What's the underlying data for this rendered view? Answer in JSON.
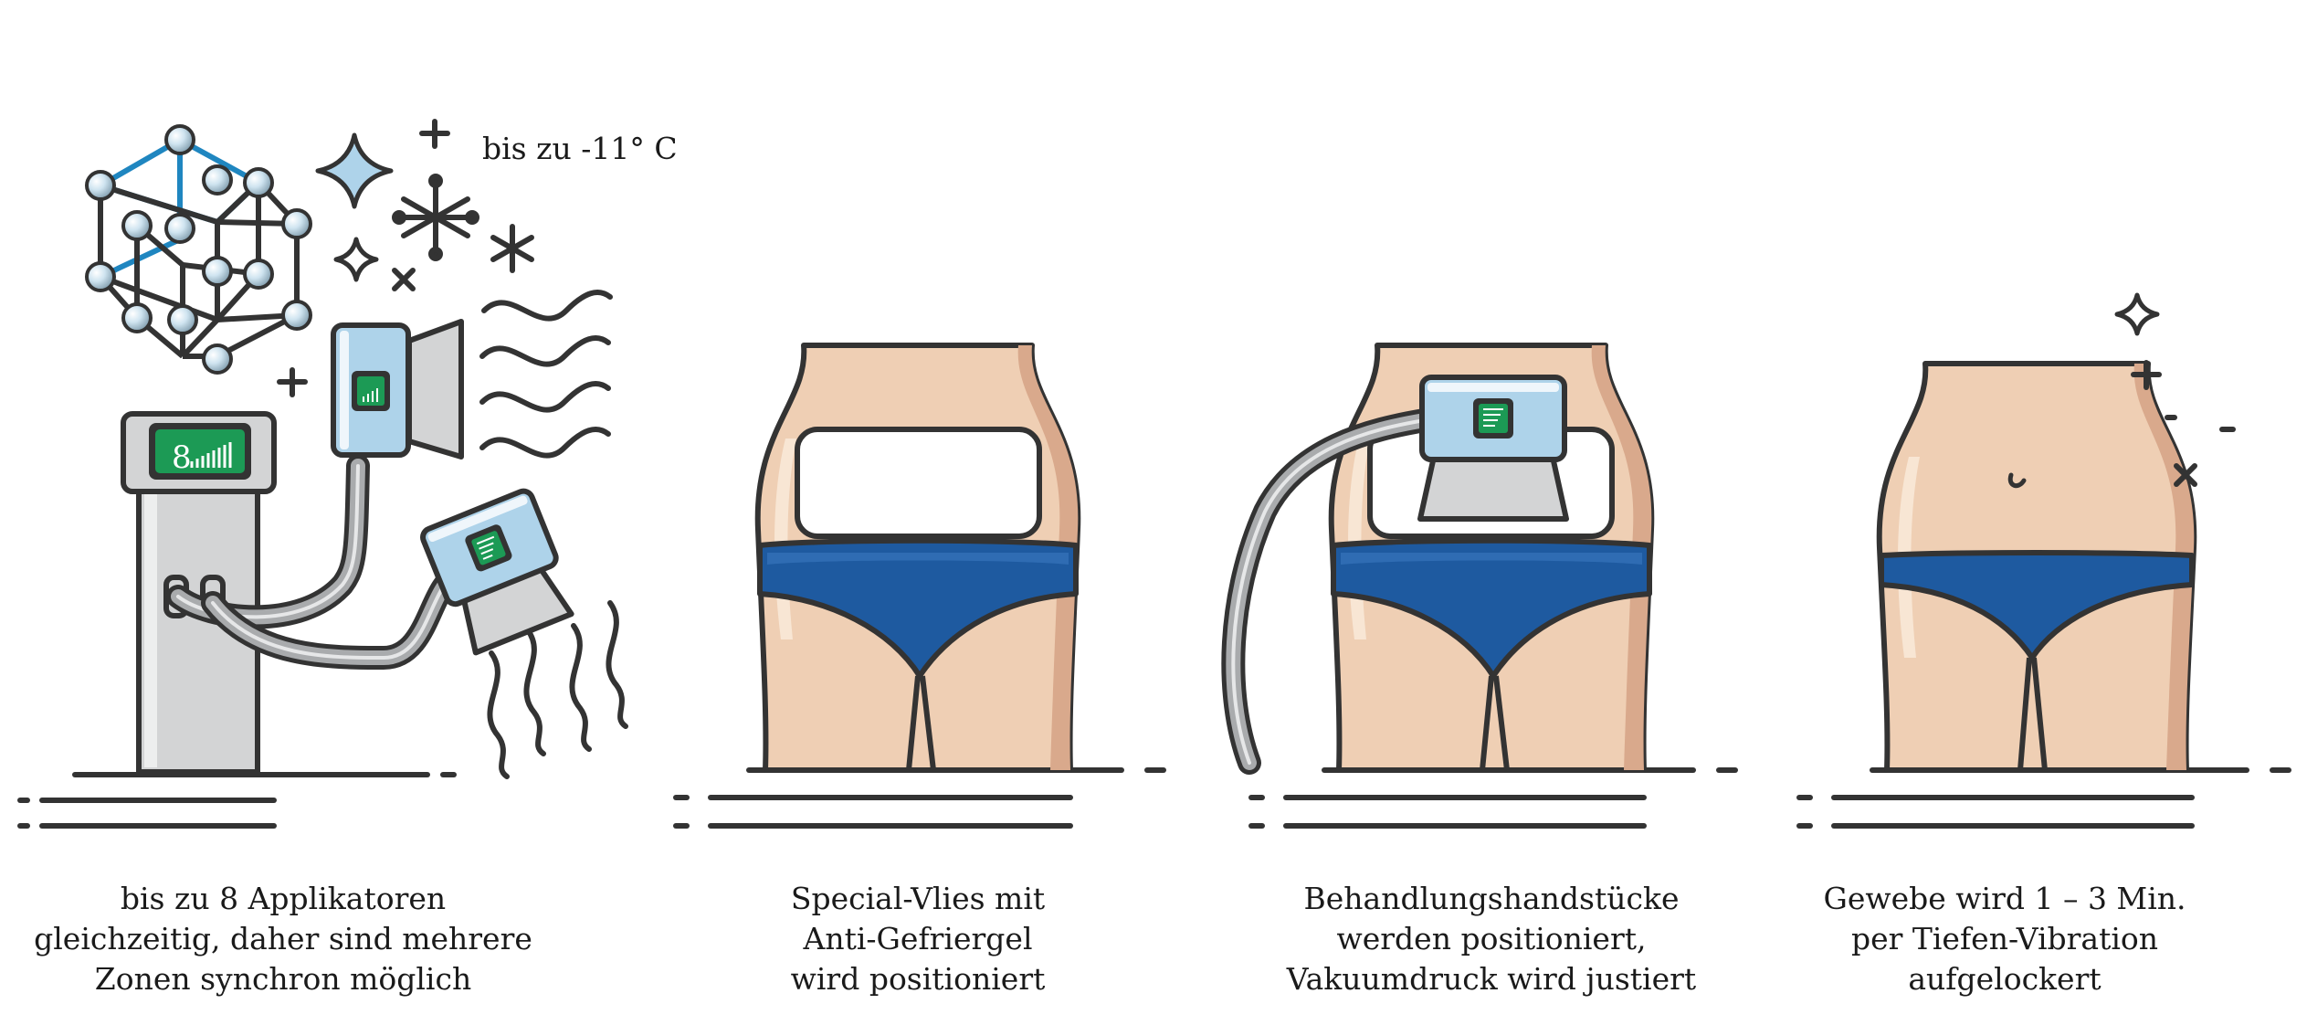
{
  "temperature_label": "bis zu -11° C",
  "device_display_number": "8",
  "steps": [
    {
      "illustration": "multi-applicator-cryolipolysis-device",
      "caption": [
        "bis zu 8 Applikatoren",
        "gleichzeitig, daher sind mehrere",
        "Zonen synchron möglich"
      ]
    },
    {
      "illustration": "torso-with-gel-pad",
      "caption": [
        "Special-Vlies mit",
        "Anti-Gefriergel",
        "wird positioniert"
      ]
    },
    {
      "illustration": "torso-with-vacuum-applicator",
      "caption": [
        "Behandlungshandstücke",
        "werden positioniert,",
        "Vakuumdruck wird justiert"
      ]
    },
    {
      "illustration": "torso-after-vibration",
      "caption": [
        "Gewebe wird 1 – 3 Min.",
        "per Tiefen-Vibration",
        "aufgelockert"
      ]
    }
  ],
  "colors": {
    "outline": "#333333",
    "skin": "#efcfb4",
    "skin_shadow": "#d9a98c",
    "skin_light": "#f8e6d4",
    "underwear": "#1e5aa0",
    "device_grey": "#d3d4d5",
    "applicator_blue": "#aed3ea",
    "display_green": "#1c9a55",
    "molecule_blue": "#1f86c0",
    "white": "#ffffff"
  }
}
